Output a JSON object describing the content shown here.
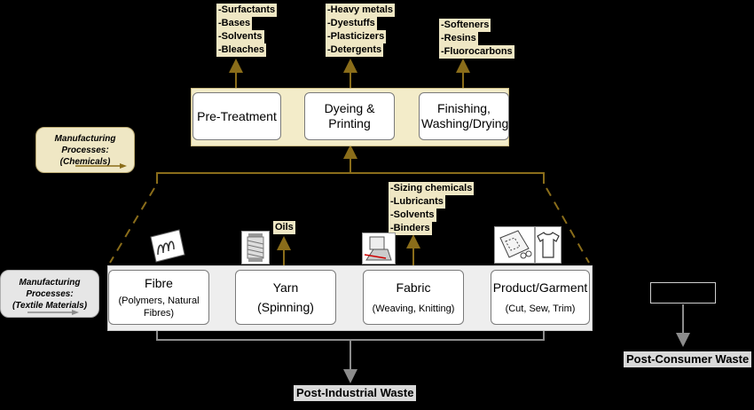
{
  "chemical_process": {
    "steps": [
      {
        "label": "Pre-Treatment"
      },
      {
        "label": "Dyeing & Printing"
      },
      {
        "label": "Finishing, Washing/Drying"
      }
    ],
    "chemicals": [
      {
        "items": [
          "-Surfactants",
          "-Bases",
          "-Solvents",
          "-Bleaches"
        ]
      },
      {
        "items": [
          "-Heavy metals",
          "-Dyestuffs",
          "-Plasticizers",
          "-Detergents"
        ]
      },
      {
        "items": [
          "-Softeners",
          "-Resins",
          "-Fluorocarbons"
        ]
      }
    ]
  },
  "textile_process": {
    "steps": [
      {
        "label": "Fibre",
        "sub": "(Polymers, Natural Fibres)"
      },
      {
        "label": "Yarn",
        "sub": "(Spinning)"
      },
      {
        "label": "Fabric",
        "sub": "(Weaving, Knitting)"
      },
      {
        "label": "Product/Garment",
        "sub": "(Cut, Sew, Trim)"
      }
    ],
    "yarn_chemicals": [
      "Oils"
    ],
    "fabric_chemicals": [
      "-Sizing chemicals",
      "-Lubricants",
      "-Solvents",
      "-Binders"
    ]
  },
  "legend": {
    "chemicals": {
      "line1": "Manufacturing",
      "line2": "Processes:",
      "line3": "(Chemicals)",
      "color": "#efe7c4",
      "arrow_color": "#8a6d1a"
    },
    "textiles": {
      "line1": "Manufacturing",
      "line2": "Processes:",
      "line3": "(Textile Materials)",
      "color": "#e6e6e6",
      "arrow_color": "#8c8c8c"
    }
  },
  "waste": {
    "post_industrial": "Post-Industrial Waste",
    "post_consumer": "Post-Consumer Waste"
  },
  "icons": [
    "fibre-icon",
    "yarn-spool-icon",
    "knitting-machine-icon",
    "garment-pattern-icon",
    "tshirt-icon"
  ]
}
